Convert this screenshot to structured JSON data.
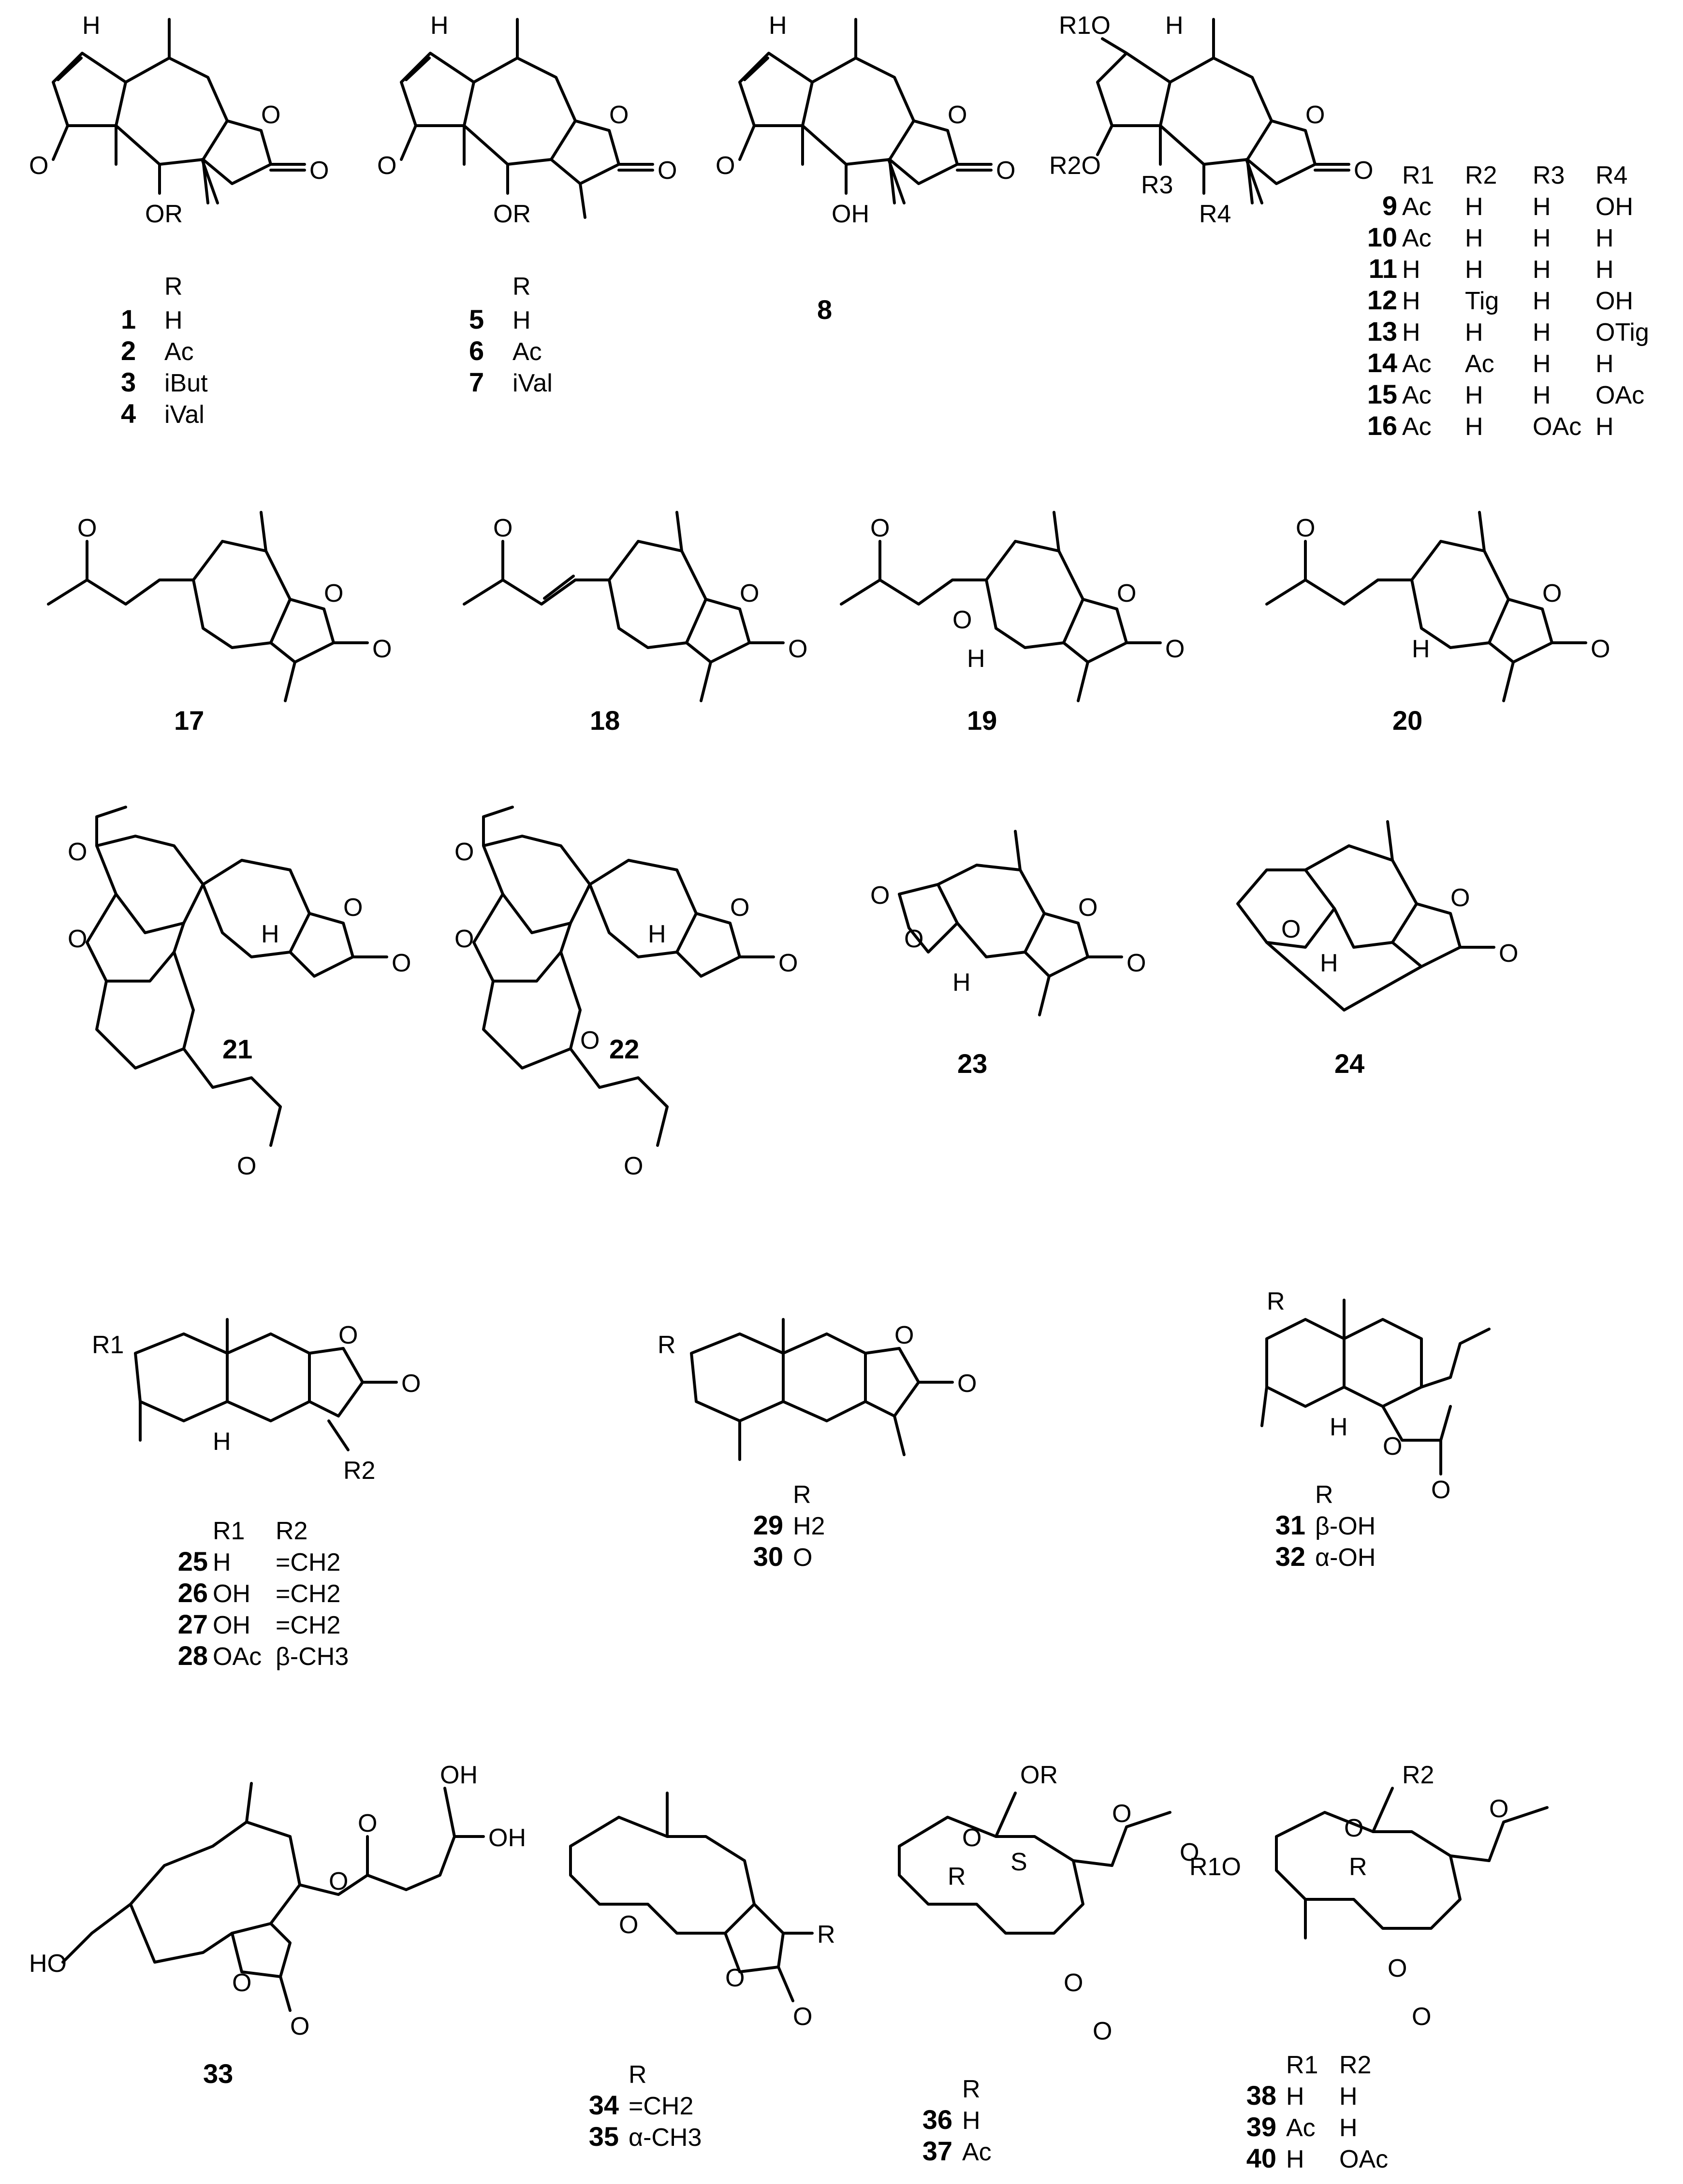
{
  "structures": [
    {
      "id": "1",
      "group": "A"
    },
    {
      "id": "2",
      "group": "A"
    },
    {
      "id": "3",
      "group": "A"
    },
    {
      "id": "4",
      "group": "A"
    },
    {
      "id": "5",
      "group": "B"
    },
    {
      "id": "6",
      "group": "B"
    },
    {
      "id": "7",
      "group": "B"
    },
    {
      "id": "8",
      "group": "C"
    },
    {
      "id": "9",
      "group": "D"
    },
    {
      "id": "10",
      "group": "D"
    },
    {
      "id": "11",
      "group": "D"
    },
    {
      "id": "12",
      "group": "D"
    },
    {
      "id": "13",
      "group": "D"
    },
    {
      "id": "14",
      "group": "D"
    },
    {
      "id": "15",
      "group": "D"
    },
    {
      "id": "16",
      "group": "D"
    }
  ],
  "tables": {
    "t1": {
      "header": "R",
      "rows": [
        [
          "1",
          "H"
        ],
        [
          "2",
          "Ac"
        ],
        [
          "3",
          "iBut"
        ],
        [
          "4",
          "iVal"
        ]
      ]
    },
    "t5": {
      "header": "R",
      "rows": [
        [
          "5",
          "H"
        ],
        [
          "6",
          "Ac"
        ],
        [
          "7",
          "iVal"
        ]
      ]
    },
    "t9": {
      "headers": [
        "R1",
        "R2",
        "R3",
        "R4"
      ],
      "rows": [
        [
          "9",
          "Ac",
          "H",
          "H",
          "OH"
        ],
        [
          "10",
          "Ac",
          "H",
          "H",
          "H"
        ],
        [
          "11",
          "H",
          "H",
          "H",
          "H"
        ],
        [
          "12",
          "H",
          "Tig",
          "H",
          "OH"
        ],
        [
          "13",
          "H",
          "H",
          "H",
          "OTig"
        ],
        [
          "14",
          "Ac",
          "Ac",
          "H",
          "H"
        ],
        [
          "15",
          "Ac",
          "H",
          "H",
          "OAc"
        ],
        [
          "16",
          "Ac",
          "H",
          "OAc",
          "H"
        ]
      ]
    },
    "t25": {
      "headers": [
        "R1",
        "R2"
      ],
      "rows": [
        [
          "25",
          "H",
          "=CH2"
        ],
        [
          "26",
          "OH",
          "=CH2"
        ],
        [
          "27",
          "OH",
          "=CH2"
        ],
        [
          "28",
          "OAc",
          "β-CH3"
        ]
      ]
    },
    "t29": {
      "header": "R",
      "rows": [
        [
          "29",
          "H2"
        ],
        [
          "30",
          "O"
        ]
      ]
    },
    "t31": {
      "header": "R",
      "rows": [
        [
          "31",
          "β-OH"
        ],
        [
          "32",
          "α-OH"
        ]
      ]
    },
    "t34": {
      "header": "R",
      "rows": [
        [
          "34",
          "=CH2"
        ],
        [
          "35",
          "α-CH3"
        ]
      ]
    },
    "t36": {
      "header": "R",
      "rows": [
        [
          "36",
          "H"
        ],
        [
          "37",
          "Ac"
        ]
      ]
    },
    "t38": {
      "headers": [
        "R1",
        "R2"
      ],
      "rows": [
        [
          "38",
          "H",
          "H"
        ],
        [
          "39",
          "Ac",
          "H"
        ],
        [
          "40",
          "H",
          "OAc"
        ]
      ]
    }
  },
  "labels": {
    "c8": "8",
    "c17": "17",
    "c18": "18",
    "c19": "19",
    "c20": "20",
    "c21": "21",
    "c22": "22",
    "c23": "23",
    "c24": "24",
    "c33": "33",
    "R1O": "R1O",
    "R2O": "R2O",
    "R3": "R3",
    "R4": "R4",
    "OR": "OR",
    "OH": "OH",
    "H": "H",
    "O": "O",
    "R1": "R1",
    "R2": "R2",
    "R": "R",
    "HO": "HO",
    "S": "S",
    "ORR": "OR"
  }
}
